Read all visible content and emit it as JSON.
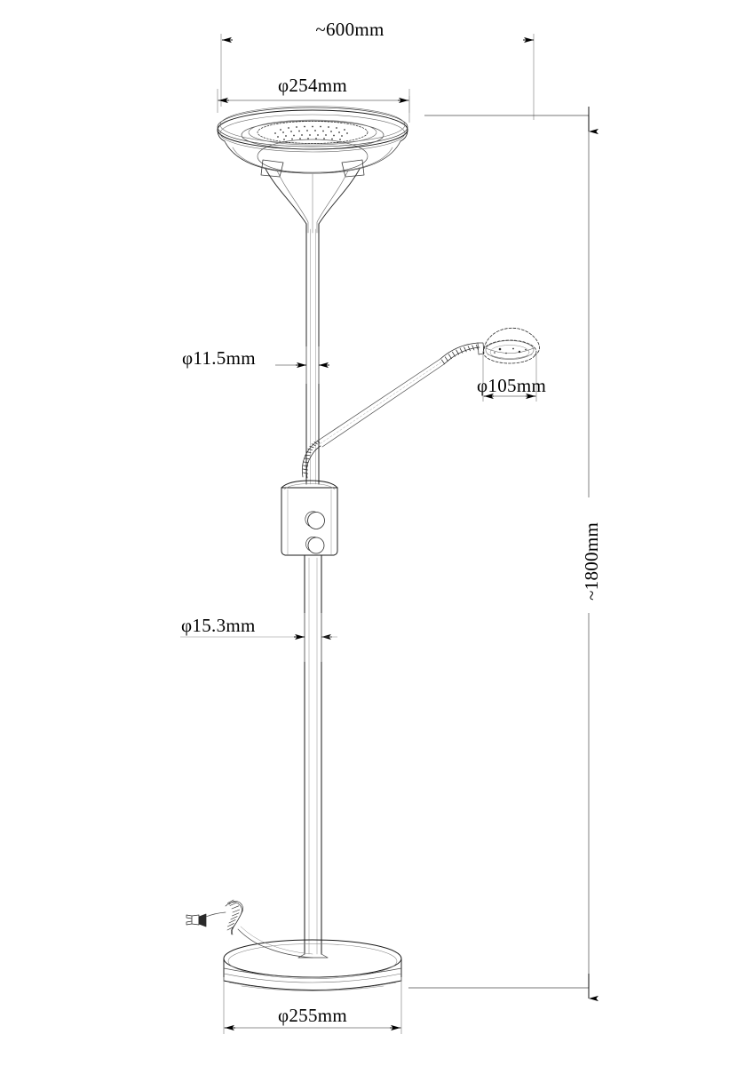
{
  "drawing": {
    "title": "Floor lamp technical dimension drawing",
    "background_color": "#ffffff",
    "line_color": "#1a1a1a",
    "thin_line_color": "#555555",
    "units": "mm",
    "projection": "front elevation"
  },
  "dimensions": {
    "overall_reach": {
      "label": "~600mm",
      "value": 600,
      "approximate": true,
      "orientation": "horizontal",
      "position": "top"
    },
    "uplight_shade_diameter": {
      "label": "φ254mm",
      "value": 254,
      "symbol": "diameter",
      "orientation": "horizontal",
      "position": "top shade"
    },
    "upper_pole_diameter": {
      "label": "φ11.5mm",
      "value": 11.5,
      "symbol": "diameter",
      "orientation": "horizontal",
      "position": "upper pole"
    },
    "reading_shade_diameter": {
      "label": "φ105mm",
      "value": 105,
      "symbol": "diameter",
      "orientation": "horizontal",
      "position": "reading lamp shade"
    },
    "lower_pole_diameter": {
      "label": "φ15.3mm",
      "value": 15.3,
      "symbol": "diameter",
      "orientation": "horizontal",
      "position": "lower pole"
    },
    "overall_height": {
      "label": "~1800mm",
      "value": 1800,
      "approximate": true,
      "orientation": "vertical",
      "position": "right side"
    },
    "base_diameter": {
      "label": "φ255mm",
      "value": 255,
      "symbol": "diameter",
      "orientation": "horizontal",
      "position": "bottom base"
    }
  },
  "parts": [
    {
      "name": "uplight-shade",
      "description": "Shallow bowl torchiere shade with LED array"
    },
    {
      "name": "shade-stem-flare",
      "description": "Trumpet flare joining shade to pole"
    },
    {
      "name": "upper-pole",
      "description": "Upper tube section"
    },
    {
      "name": "reading-arm",
      "description": "Flexible gooseneck reading lamp arm"
    },
    {
      "name": "reading-shade",
      "description": "Oval reading lamp head"
    },
    {
      "name": "switch-box",
      "description": "Control box with two rotary dimmer knobs"
    },
    {
      "name": "lower-pole",
      "description": "Lower tube section"
    },
    {
      "name": "base",
      "description": "Round weighted disc base"
    },
    {
      "name": "power-cord",
      "description": "Mains cable"
    },
    {
      "name": "plug",
      "description": "Mains plug"
    }
  ]
}
